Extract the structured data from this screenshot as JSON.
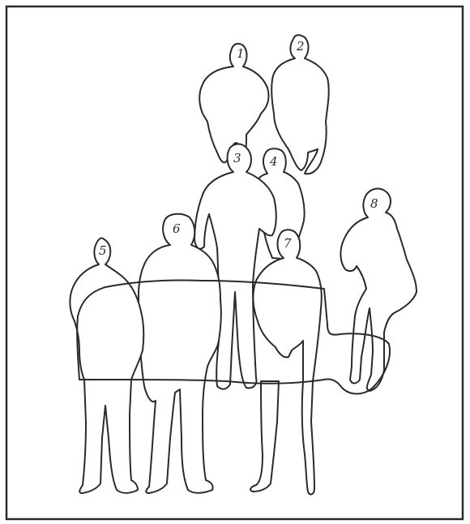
{
  "figures": [
    {
      "id": "figure-1",
      "label": "1"
    },
    {
      "id": "figure-2",
      "label": "2"
    },
    {
      "id": "figure-3",
      "label": "3"
    },
    {
      "id": "figure-4",
      "label": "4"
    },
    {
      "id": "figure-5",
      "label": "5"
    },
    {
      "id": "figure-6",
      "label": "6"
    },
    {
      "id": "figure-7",
      "label": "7"
    },
    {
      "id": "figure-8",
      "label": "8"
    }
  ],
  "colors": {
    "ink": "#2a2a2a",
    "paper": "#ffffff"
  }
}
